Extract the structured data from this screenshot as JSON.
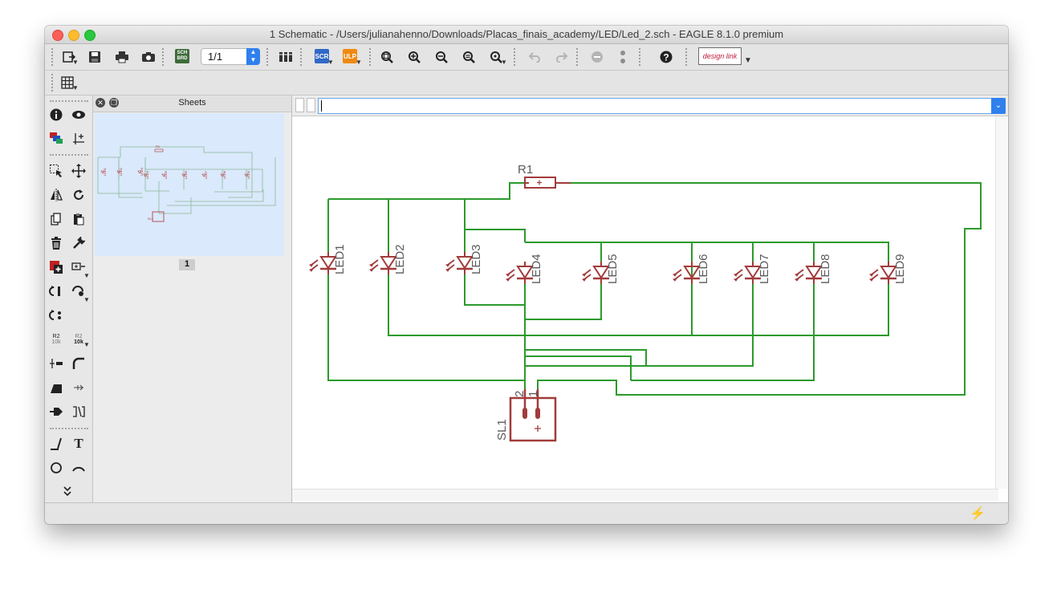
{
  "window": {
    "title": "1 Schematic - /Users/julianahenno/Downloads/Placas_finais_academy/LED/Led_2.sch - EAGLE 8.1.0 premium"
  },
  "toolbar": {
    "sheet_selector_value": "1/1",
    "sch_brd_badge": "SCH BRD",
    "scr_badge": "SCR",
    "ulp_badge": "ULP",
    "design_link_label": "design link",
    "icons": [
      "open-icon",
      "save-icon",
      "print-icon",
      "cam-icon",
      "sch-brd-switch-icon",
      "sheet-selector",
      "library-icon",
      "script-icon",
      "ulp-icon",
      "zoom-fit-icon",
      "zoom-in-icon",
      "zoom-out-icon",
      "zoom-redraw-icon",
      "zoom-select-icon",
      "undo-icon",
      "redo-icon",
      "stop-icon",
      "go-icon",
      "help-icon",
      "design-link-icon"
    ]
  },
  "toolbar2": {
    "icons": [
      "grid-icon"
    ]
  },
  "left_toolbar": {
    "icons": [
      "info-icon",
      "show-icon",
      "display-layers-icon",
      "mark-icon",
      "group-icon",
      "move-icon",
      "mirror-icon",
      "rotate-icon",
      "copy-icon",
      "paste-icon",
      "delete-icon",
      "change-icon",
      "add-icon",
      "replace-icon",
      "pinswap-icon",
      "gateswap-icon",
      "invoke-icon",
      "name-icon",
      "value-icon",
      "smash-icon",
      "miter-icon",
      "split-icon",
      "optimize-icon",
      "label-icon",
      "net-icon",
      "bus-icon",
      "wire-icon",
      "text-icon",
      "circle-icon",
      "arc-icon",
      "more-icon"
    ],
    "name_badge": "R2",
    "value_badge": "10k"
  },
  "sheets_panel": {
    "title": "Sheets",
    "sheet_number": "1",
    "thumbnail_labels": {
      "r1": "R1",
      "sl1": "SL1",
      "leds": [
        "LED1",
        "LED2",
        "LED3",
        "LED4",
        "LED5",
        "LED6",
        "LED7",
        "LED8",
        "LED9"
      ]
    }
  },
  "command_line": {
    "value": ""
  },
  "schematic": {
    "resistor_label": "R1",
    "connector_label": "SL1",
    "connector_pin1": "1",
    "connector_pin2": "2",
    "led_labels": [
      "LED1",
      "LED2",
      "LED3",
      "LED4",
      "LED5",
      "LED6",
      "LED7",
      "LED8",
      "LED9"
    ],
    "colors": {
      "wire": "#2c9a2c",
      "part": "#a23b3b",
      "label": "#5a5a5a"
    }
  }
}
